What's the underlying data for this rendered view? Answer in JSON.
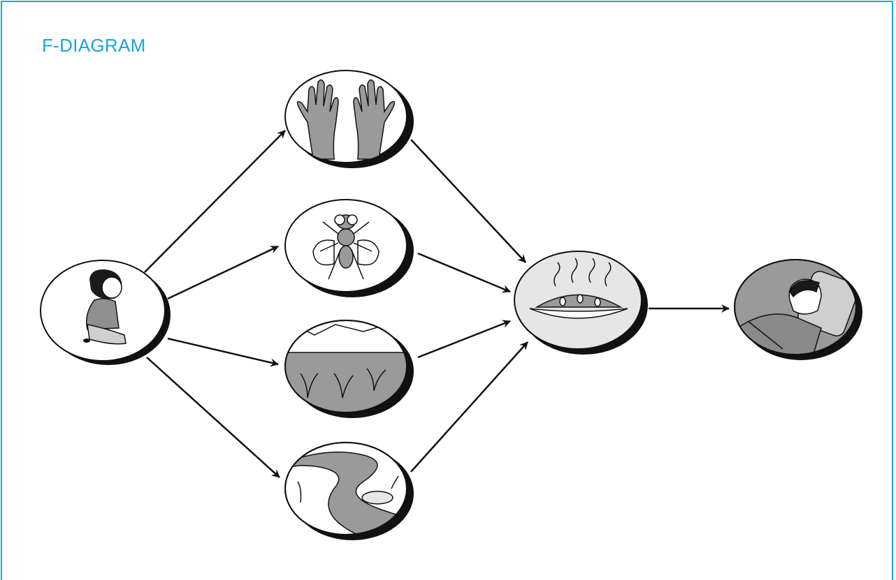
{
  "title": "F-DIAGRAM",
  "colors": {
    "accent": "#1ba6d9",
    "ink": "#111111",
    "fill_gray": "#9a9a9a",
    "light_gray": "#e6e6e6"
  },
  "nodes": [
    {
      "id": "source",
      "icon": "squatting-child-icon"
    },
    {
      "id": "fingers",
      "icon": "hands-icon"
    },
    {
      "id": "flies",
      "icon": "fly-icon"
    },
    {
      "id": "fields",
      "icon": "field-icon"
    },
    {
      "id": "fluids",
      "icon": "river-icon"
    },
    {
      "id": "food",
      "icon": "food-dish-icon"
    },
    {
      "id": "host",
      "icon": "sick-person-icon"
    }
  ],
  "edges": [
    [
      "source",
      "fingers"
    ],
    [
      "source",
      "flies"
    ],
    [
      "source",
      "fields"
    ],
    [
      "source",
      "fluids"
    ],
    [
      "fingers",
      "food"
    ],
    [
      "flies",
      "food"
    ],
    [
      "fields",
      "food"
    ],
    [
      "fluids",
      "food"
    ],
    [
      "food",
      "host"
    ]
  ]
}
